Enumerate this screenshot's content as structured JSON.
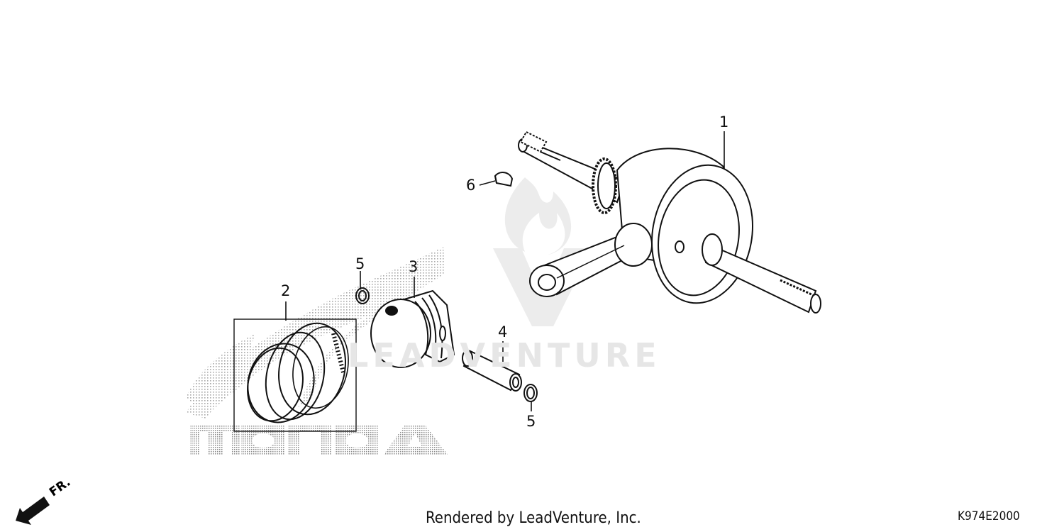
{
  "diagram": {
    "callouts": [
      {
        "id": "c1",
        "label": "1"
      },
      {
        "id": "c2",
        "label": "2"
      },
      {
        "id": "c3",
        "label": "3"
      },
      {
        "id": "c4",
        "label": "4"
      },
      {
        "id": "c5a",
        "label": "5"
      },
      {
        "id": "c5b",
        "label": "5"
      },
      {
        "id": "c6",
        "label": "6"
      }
    ],
    "direction_label": "FR.",
    "watermark_text": "LEADVENTURE",
    "background_logo_text": "HONDA",
    "footer": {
      "rendered_by": "Rendered by LeadVenture, Inc.",
      "diagram_code": "K974E2000"
    }
  }
}
